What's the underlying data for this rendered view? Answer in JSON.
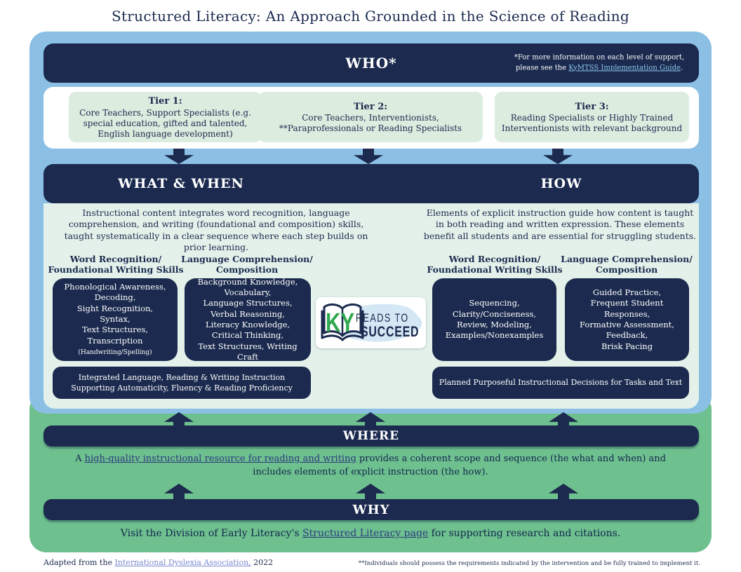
{
  "title": "Structured Literacy: An Approach Grounded in the Science of Reading",
  "who": {
    "heading": "WHO*",
    "note": {
      "line1": "*For more information on each level of support,",
      "prefix": "please see the ",
      "link": "KyMTSS Implementation Guide",
      "suffix": "."
    },
    "tiers": [
      {
        "title": "Tier 1:",
        "body": "Core Teachers, Support Specialists (e.g. special education, gifted and talented, English language development)"
      },
      {
        "title": "Tier 2:",
        "body": "Core Teachers, Interventionists,\n**Paraprofessionals or Reading Specialists"
      },
      {
        "title": "Tier 3:",
        "body": "Reading Specialists or Highly Trained Interventionists with relevant background"
      }
    ]
  },
  "what_when": {
    "heading": "WHAT & WHEN",
    "intro": "Instructional content integrates word recognition, language comprehension, and writing (foundational and composition) skills, taught systematically in a clear sequence where each step builds on prior learning.",
    "col1_header": "Word Recognition/\nFoundational Writing Skills",
    "col2_header": "Language Comprehension/\nComposition",
    "box1_lines": "Phonological Awareness,\nDecoding,\nSight Recognition,\nSyntax,\nText Structures,",
    "box1_last_main": "Transcription ",
    "box1_last_small": "(Handwriting/Spelling)",
    "box2_lines": "Background Knowledge,\nVocabulary,\nLanguage Structures,\nVerbal Reasoning,\nLiteracy Knowledge,\nCritical Thinking,\nText Structures, Writing Craft",
    "bottom_bar": "Integrated Language, Reading & Writing Instruction\nSupporting Automaticity, Fluency & Reading Proficiency"
  },
  "how": {
    "heading": "HOW",
    "intro": "Elements of explicit instruction guide how content is taught in both reading and written expression. These elements benefit all students and are essential for struggling students.",
    "col1_header": "Word Recognition/\nFoundational Writing Skills",
    "col2_header": "Language Comprehension/\nComposition",
    "box1_lines": "Sequencing,\nClarity/Conciseness,\nReview, Modeling,\nExamples/Nonexamples",
    "box2_lines": "Guided Practice,\nFrequent Student Responses,\nFormative Assessment,\nFeedback,\nBrisk Pacing",
    "bottom_bar": "Planned Purposeful Instructional Decisions for Tasks and Text"
  },
  "logo": {
    "ky": "KY",
    "reads_to": "READS TO",
    "succeed": "SUCCEED"
  },
  "where": {
    "heading": "WHERE",
    "prefix": "A ",
    "link": "high-quality instructional resource for reading and writing",
    "suffix": " provides a coherent scope and sequence (the what and when) and includes elements of explicit instruction (the how)."
  },
  "why": {
    "heading": "WHY",
    "prefix": "Visit the Division of Early Literacy's ",
    "link": "Structured Literacy page",
    "suffix": " for supporting research and citations."
  },
  "footer": {
    "left_prefix": "Adapted from the ",
    "left_link": "International Dyslexia Association,",
    "left_suffix": " 2022",
    "right_note": "**Individuals should possess the requirements indicated by the intervention and be fully trained to implement it."
  },
  "colors": {
    "navy": "#1b2a4e",
    "light_blue": "#8bc0e4",
    "mint_content": "#e4f1ea",
    "mint_tier": "#dcecdf",
    "green": "#6ec08f",
    "note_link_blue": "#8fc6ee",
    "body_link_navy": "#2c3a7d",
    "footer_link_periwinkle": "#7b8ad2",
    "ky_logo_green": "#2fa84f"
  }
}
